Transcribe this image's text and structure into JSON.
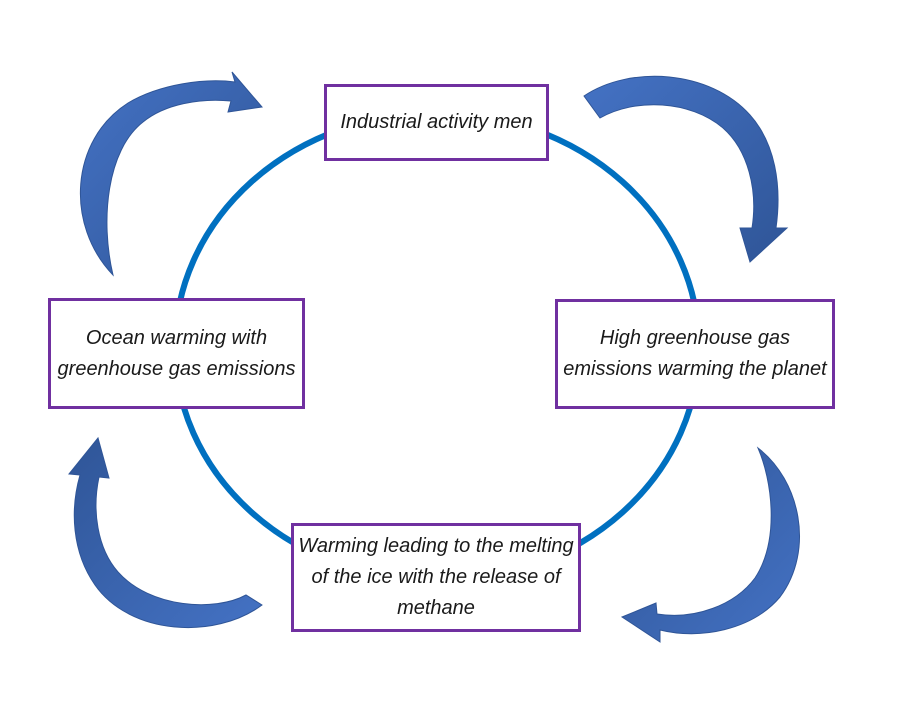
{
  "colors": {
    "cycle_ring": "#0070c0",
    "box_border": "#7030a0",
    "arrow_light": "#4472c4",
    "arrow_dark": "#2f5597"
  },
  "nodes": {
    "top": {
      "text": "Industrial activity men"
    },
    "right": {
      "text": "High greenhouse gas emissions warming the planet"
    },
    "bottom": {
      "text": "Warming leading to the melting of the ice with the release of methane"
    },
    "left": {
      "text": "Ocean warming with greenhouse gas emissions"
    }
  },
  "arrows": [
    "curved-arrow",
    "curved-arrow",
    "curved-arrow",
    "curved-arrow"
  ]
}
